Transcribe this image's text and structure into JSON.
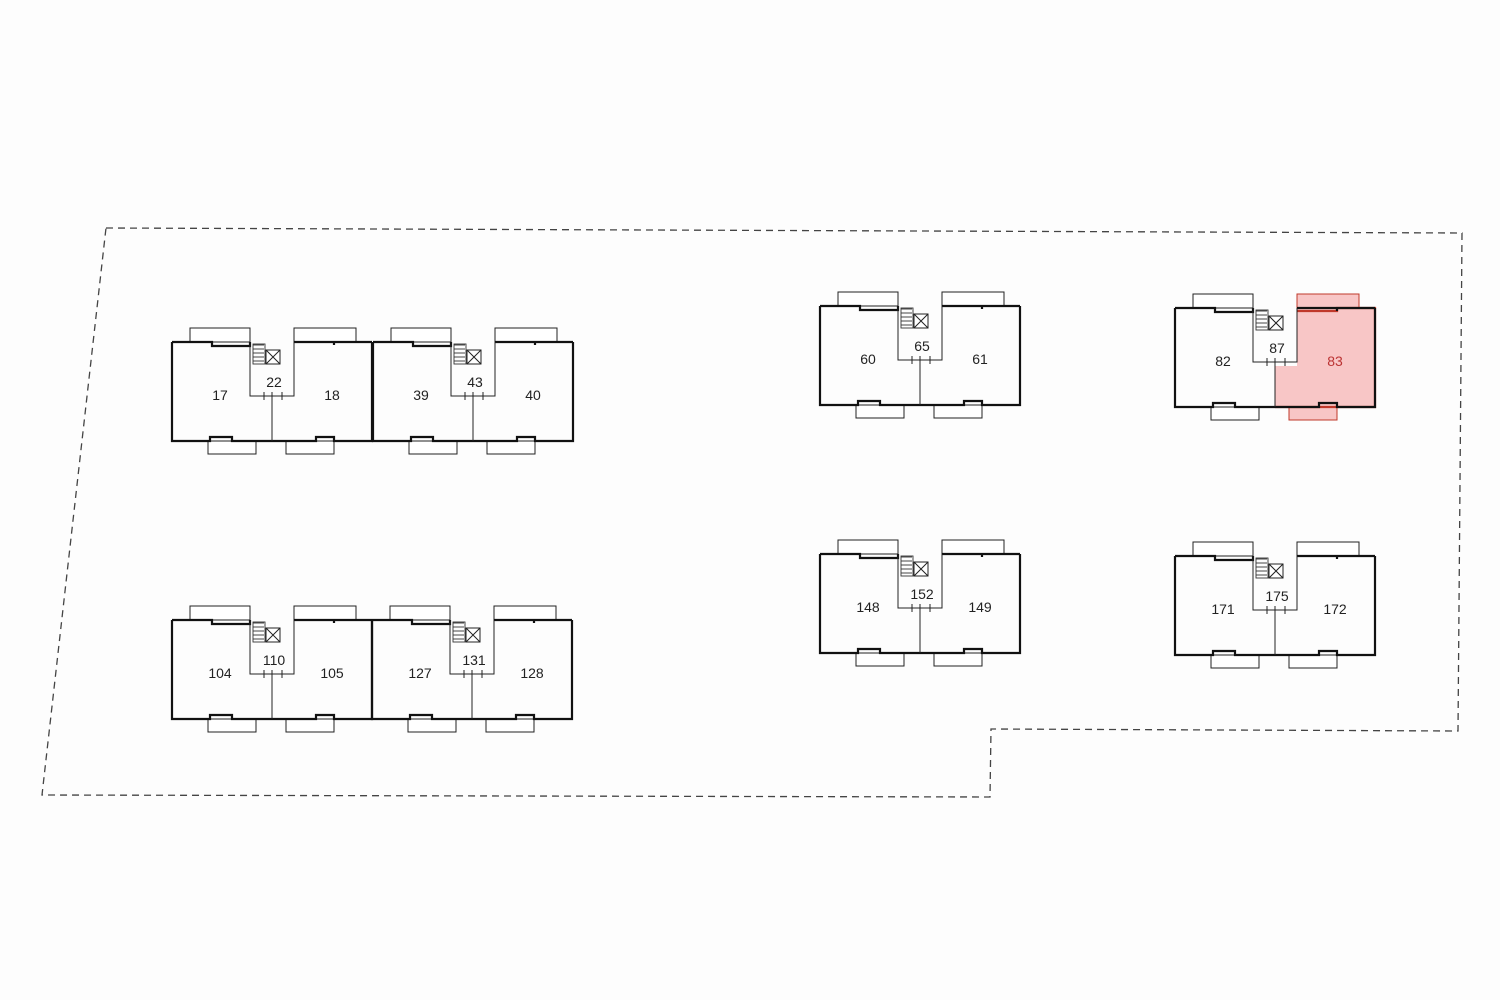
{
  "plan": {
    "selected_unit": "83",
    "colors": {
      "highlight_fill": "#f8c6c6",
      "highlight_stroke": "#c0392b",
      "line": "#222222",
      "boundary": "#444444"
    },
    "buildings": [
      {
        "stair": "22",
        "units": [
          "17",
          "18"
        ]
      },
      {
        "stair": "43",
        "units": [
          "39",
          "40"
        ]
      },
      {
        "stair": "110",
        "units": [
          "104",
          "105"
        ]
      },
      {
        "stair": "131",
        "units": [
          "127",
          "128"
        ]
      },
      {
        "stair": "65",
        "units": [
          "60",
          "61"
        ]
      },
      {
        "stair": "87",
        "units": [
          "82",
          "83"
        ]
      },
      {
        "stair": "152",
        "units": [
          "148",
          "149"
        ]
      },
      {
        "stair": "175",
        "units": [
          "171",
          "172"
        ]
      }
    ]
  }
}
